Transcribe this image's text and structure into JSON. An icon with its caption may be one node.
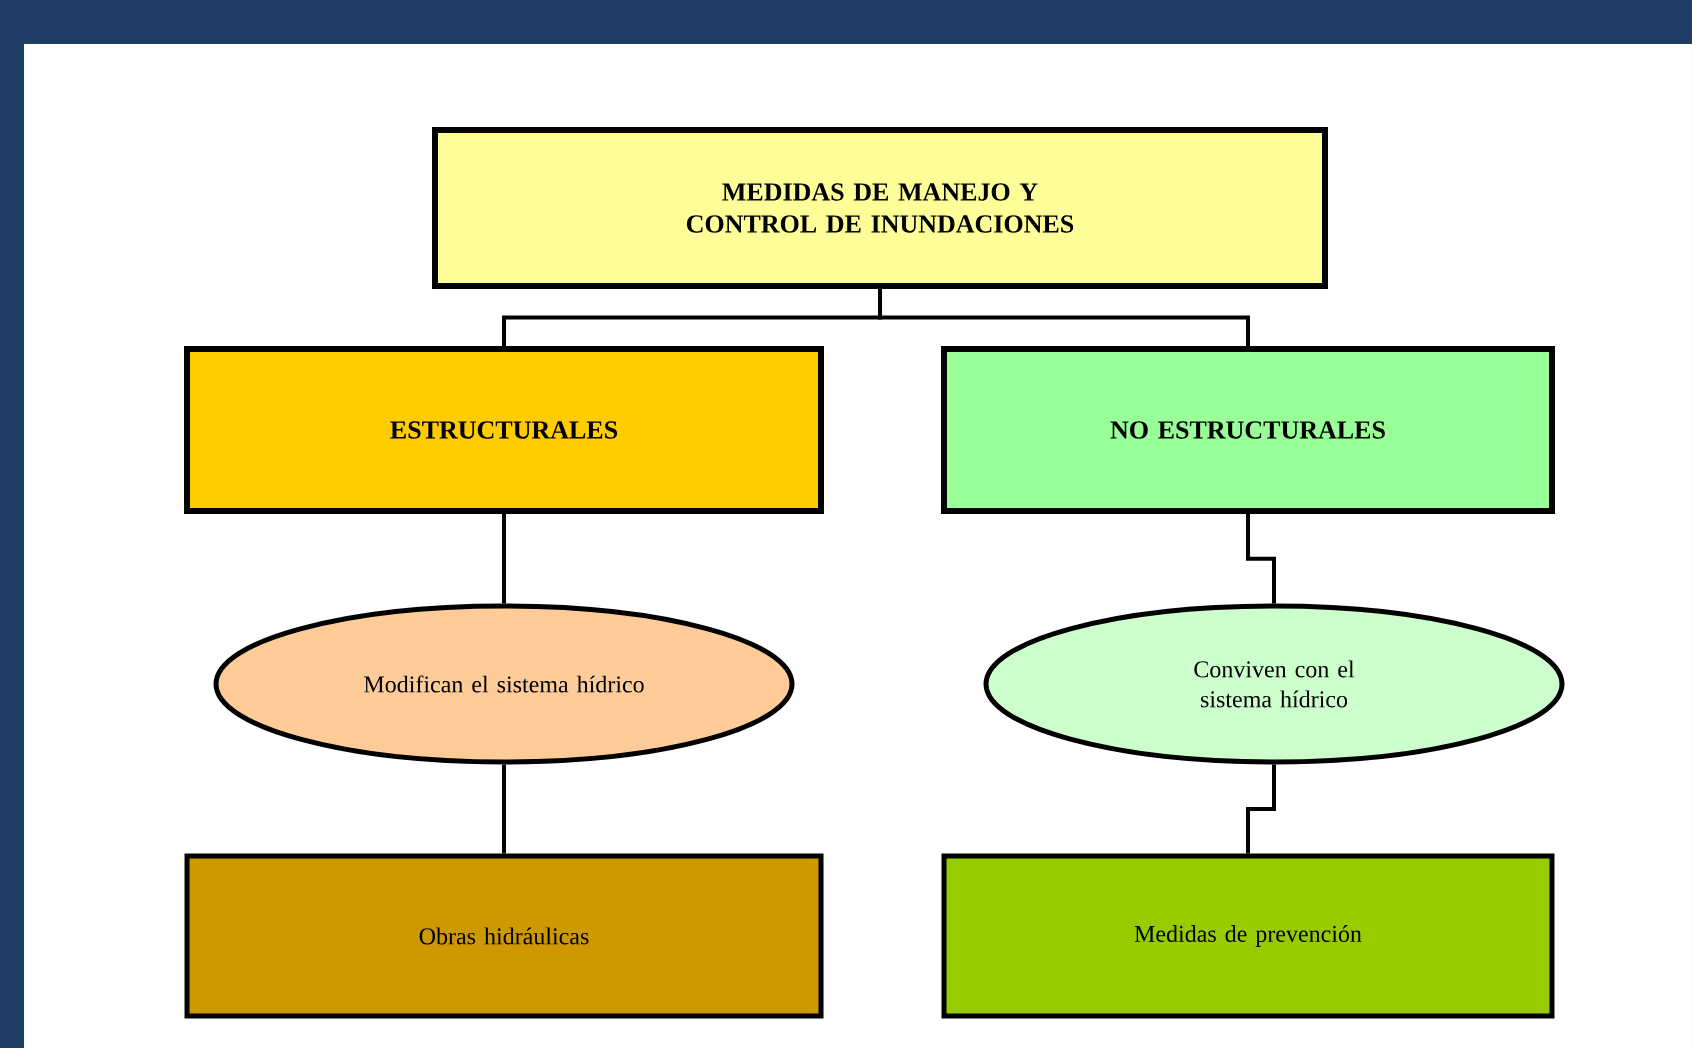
{
  "diagram": {
    "nodes": [
      {
        "text": [
          "MEDIDAS DE MANEJO Y CONTROL DE INUNDACIONES"
        ]
      },
      {
        "text": [
          "ESTRUCTURALES"
        ]
      },
      {
        "text": [
          "NO ESTRUCTURALES"
        ]
      },
      {
        "text": [
          "Modifican el sistema hídrico"
        ]
      },
      {
        "text": [
          "Conviven con el sistema hídrico"
        ]
      },
      {
        "text": [
          "Obras hidráulicas"
        ]
      },
      {
        "text": [
          "Medidas de prevención"
        ]
      }
    ],
    "edges": [
      {
        "from": 0,
        "to": 1,
        "arrow": "none"
      },
      {
        "from": 0,
        "to": 2,
        "arrow": "none"
      },
      {
        "from": 1,
        "to": 3,
        "arrow": "none"
      },
      {
        "from": 2,
        "to": 4,
        "arrow": "none"
      },
      {
        "from": 3,
        "to": 5,
        "arrow": "none"
      },
      {
        "from": 4,
        "to": 6,
        "arrow": "none"
      }
    ]
  }
}
